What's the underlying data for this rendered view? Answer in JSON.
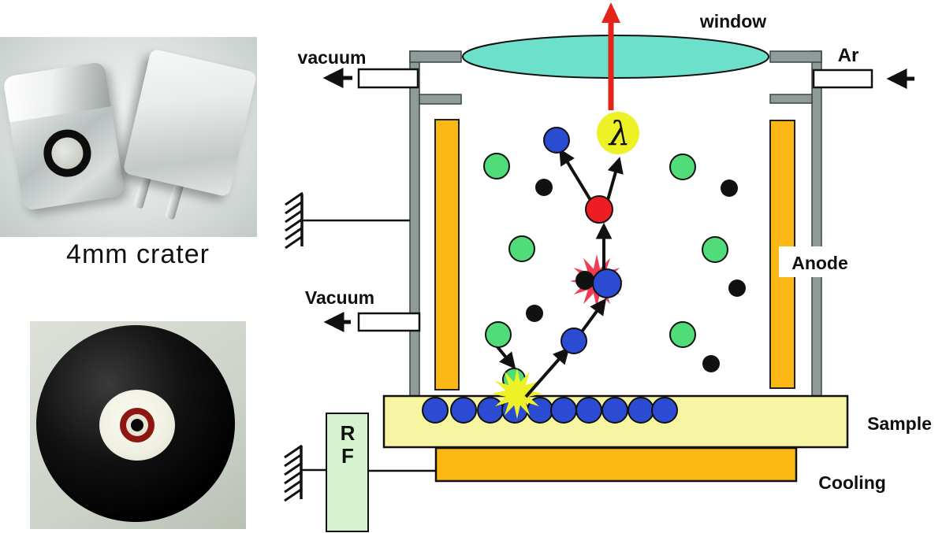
{
  "photos": {
    "crater_caption": "4mm crater"
  },
  "diagram": {
    "labels": {
      "vacuum_top": "vacuum",
      "window": "window",
      "ar": "Ar",
      "vacuum_mid": "Vacuum",
      "anode": "Anode",
      "sample": "Sample",
      "cooling": "Cooling",
      "rf_r": "R",
      "rf_f": "F",
      "lambda": "λ"
    },
    "colors": {
      "wall_gray": "#8E9B99",
      "anode_orange": "#FBB713",
      "window_teal": "#6CE0CA",
      "sample_yellow": "#F6F6A2",
      "rf_green": "#D5F3CF",
      "atom_green": "#50DC78",
      "atom_blue": "#2B4BD2",
      "excited_red": "#EE1C23",
      "photon_yellow": "#EDF125",
      "burst_pink": "#F23B55",
      "emission_red": "#E2241B",
      "electron_black": "#111111"
    }
  }
}
